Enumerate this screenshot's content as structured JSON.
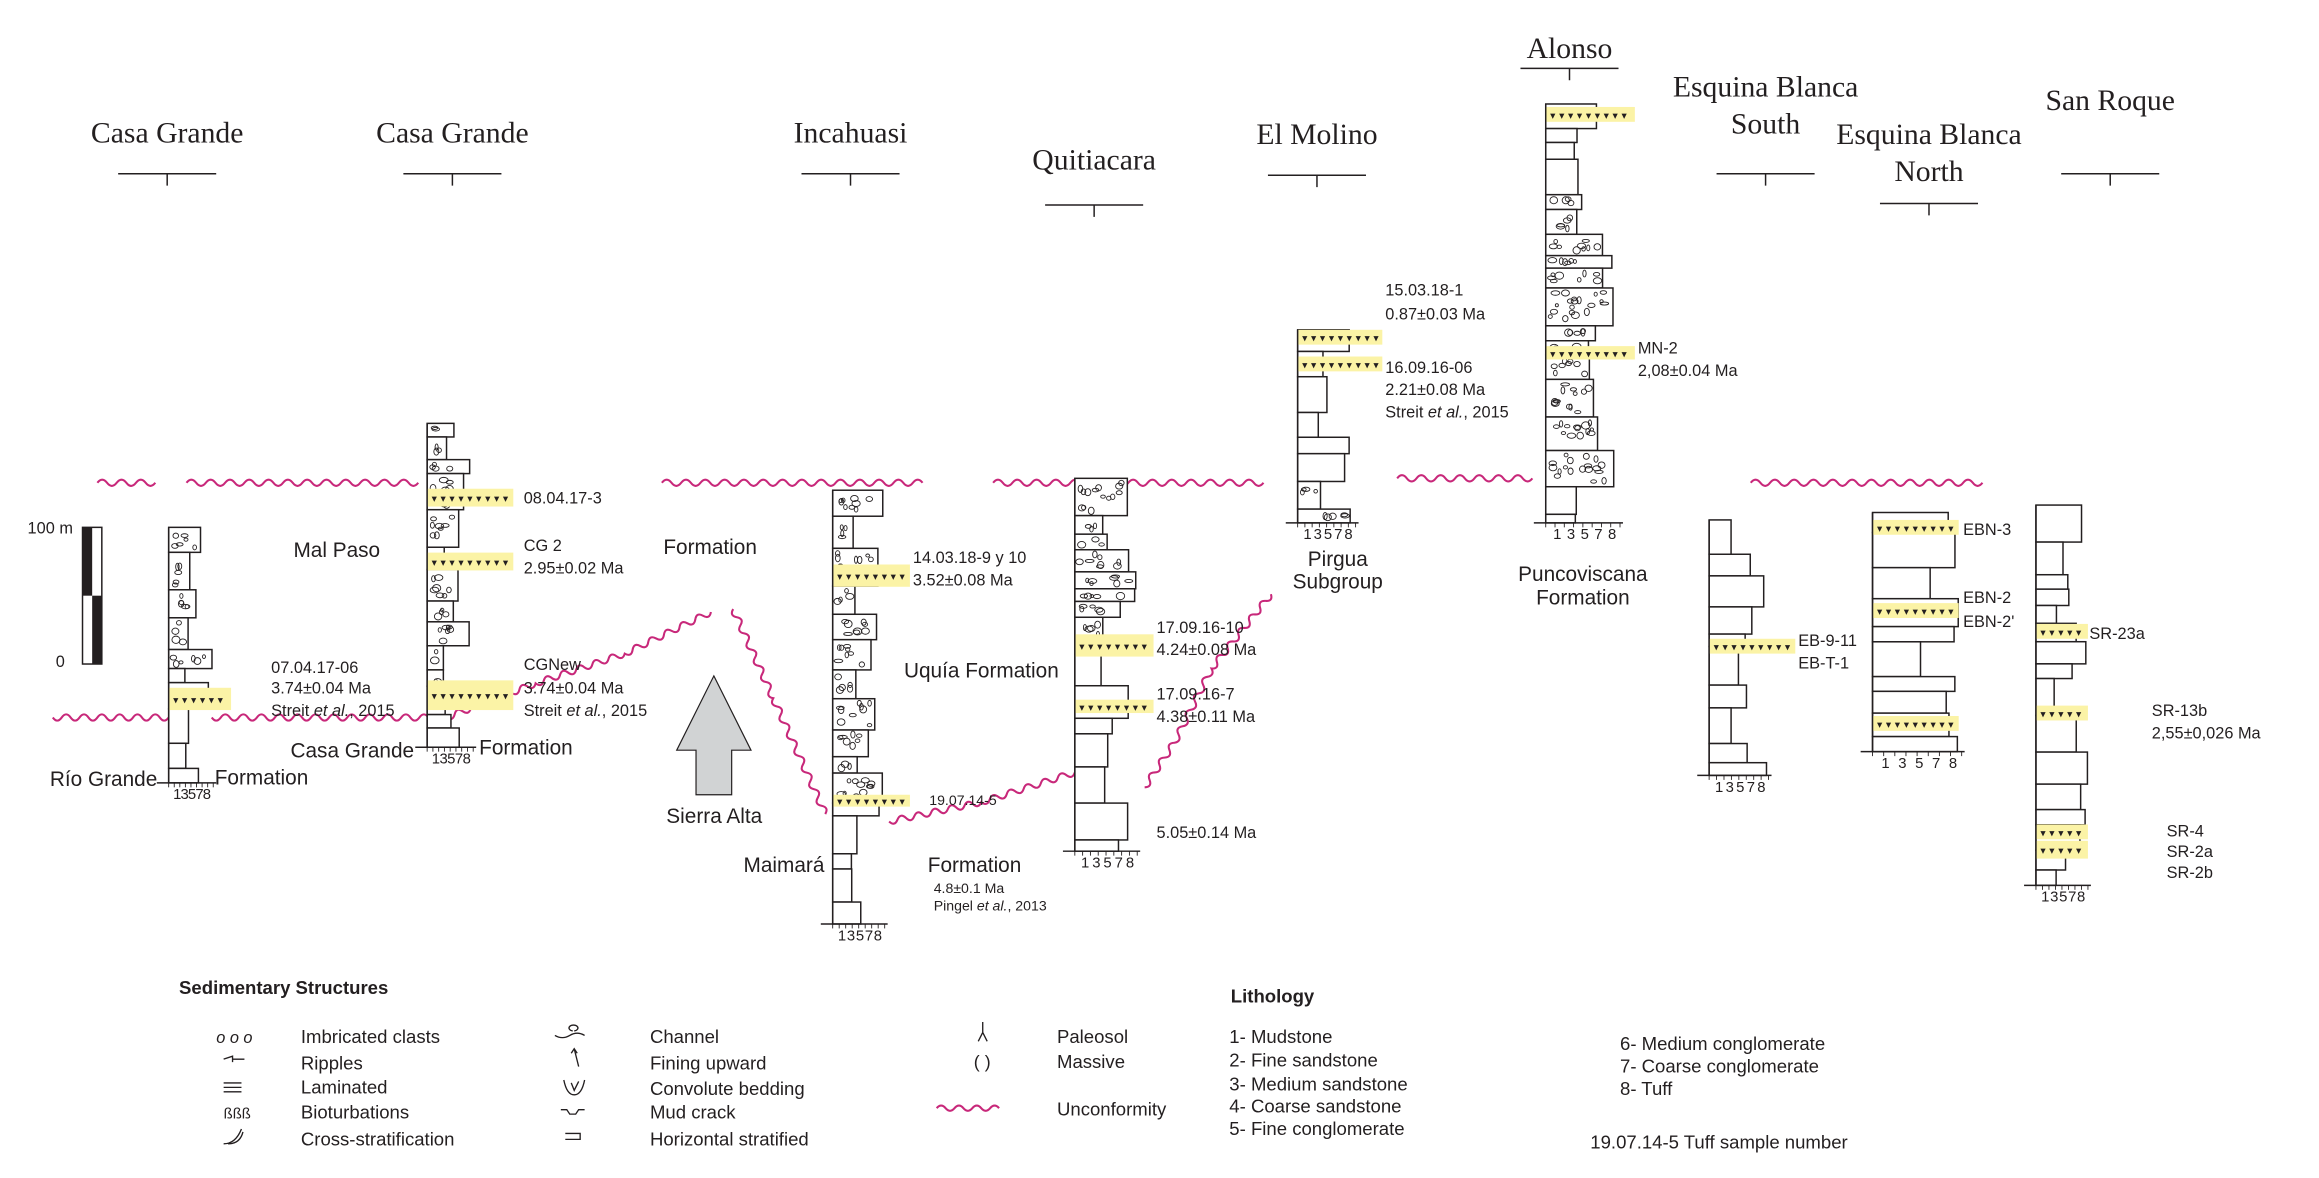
{
  "sections": {
    "casa_grande_1": "Casa Grande",
    "casa_grande_2": "Casa Grande",
    "incahuasi": "Incahuasi",
    "quitiacara": "Quitiacara",
    "el_molino": "El Molino",
    "alonso": "Alonso",
    "esquina_blanca_south": [
      "Esquina Blanca",
      "South"
    ],
    "esquina_blanca_north": [
      "Esquina Blanca",
      "North"
    ],
    "san_roque": "San Roque"
  },
  "scale": {
    "top": "100 m",
    "bottom": "0"
  },
  "axis_ticks": "1 3 5 7 8",
  "formations": {
    "mal_paso": "Mal Paso",
    "mal_paso_formation": "Formation",
    "casa_grande": "Casa Grande",
    "casa_grande_formation": "Formation",
    "rio_grande": "Río Grande",
    "rio_grande_formation": "Formation",
    "sierra_alta": "Sierra Alta",
    "uquia": "Uquía Formation",
    "maimara": "Maimará",
    "maimara_formation": "Formation",
    "pirgua": [
      "Pirgua",
      "Subgroup"
    ],
    "puncoviscana": [
      "Puncoviscana",
      "Formation"
    ]
  },
  "samples": {
    "s1": {
      "id": "07.04.17-06",
      "age": "3.74±0.04 Ma",
      "cite": {
        "author": "Streit ",
        "etal": "et al.",
        "year": ", 2015"
      }
    },
    "s2": {
      "id": "08.04.17-3"
    },
    "s3": {
      "id": "CG 2",
      "age": "2.95±0.02 Ma"
    },
    "s4": {
      "id": "CGNew",
      "age": "3.74±0.04 Ma",
      "cite": {
        "author": "Streit ",
        "etal": "et al.",
        "year": ", 2015"
      }
    },
    "s5": {
      "id": "14.03.18-9 y 10",
      "age": "3.52±0.08 Ma"
    },
    "s6": {
      "id": "19.07.14-5"
    },
    "s7": {
      "age": "4.8±0.1 Ma",
      "cite": {
        "author": "Pingel ",
        "etal": "et al.",
        "year": ", 2013"
      }
    },
    "s8": {
      "id": "17.09.16-10",
      "age": "4.24±0.08  Ma"
    },
    "s9": {
      "id": "17.09.16-7",
      "age": "4.38±0.11  Ma"
    },
    "s10": {
      "age": "5.05±0.14  Ma"
    },
    "s11": {
      "id": "15.03.18-1",
      "age": "0.87±0.03 Ma"
    },
    "s12": {
      "id": "16.09.16-06",
      "age": "2.21±0.08 Ma",
      "cite": {
        "author": "Streit ",
        "etal": "et al.",
        "year": ", 2015"
      }
    },
    "s13": {
      "id": "MN-2",
      "age": "2,08±0.04 Ma"
    },
    "s14": {
      "id": "EB-9-11"
    },
    "s15": {
      "id": "EB-T-1"
    },
    "s16": {
      "id": "EBN-3"
    },
    "s17": {
      "id": "EBN-2"
    },
    "s18": {
      "id": "EBN-2'"
    },
    "s19": {
      "id": "SR-23a"
    },
    "s20": {
      "id": "SR-13b",
      "age": "2,55±0,026 Ma"
    },
    "s21": {
      "id": "SR-4"
    },
    "s22": {
      "id": "SR-2a"
    },
    "s23": {
      "id": "SR-2b"
    }
  },
  "legend": {
    "structures_title": "Sedimentary Structures",
    "structures": [
      "Imbricated clasts",
      "Ripples",
      "Laminated",
      "Bioturbations",
      "Cross-stratification",
      "Channel",
      "Fining upward",
      "Convolute bedding",
      "Mud crack",
      "Horizontal stratified",
      "Paleosol",
      "Massive",
      "Unconformity"
    ],
    "lithology_title": "Lithology",
    "lithology": [
      "1- Mudstone",
      "2- Fine sandstone",
      "3- Medium sandstone",
      "4- Coarse sandstone",
      "5- Fine conglomerate",
      "6- Medium conglomerate",
      "7- Coarse conglomerate",
      "8- Tuff"
    ],
    "sample_note": "19.07.14-5 Tuff sample number"
  },
  "colors": {
    "tuff": "#fbf3a6",
    "unconformity": "#c8287a",
    "arrow": "#d1d3d4"
  }
}
